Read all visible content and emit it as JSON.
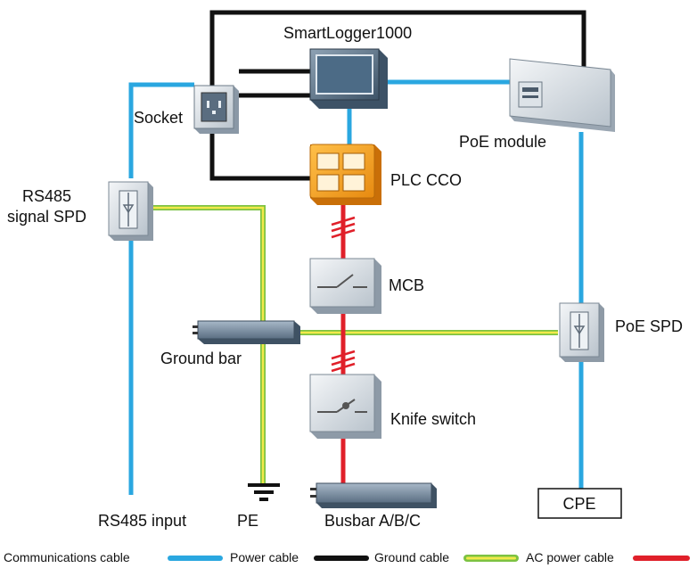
{
  "labels": {
    "smartlogger": "SmartLogger1000",
    "socket": "Socket",
    "poe_module": "PoE module",
    "plc_cco": "PLC CCO",
    "rs485_spd_line1": "RS485",
    "rs485_spd_line2": "signal SPD",
    "mcb": "MCB",
    "ground_bar": "Ground bar",
    "poe_spd": "PoE SPD",
    "knife_switch": "Knife switch",
    "rs485_input": "RS485 input",
    "pe": "PE",
    "busbar": "Busbar A/B/C",
    "cpe": "CPE"
  },
  "legend": [
    {
      "label": "Communications cable",
      "kind": "comm"
    },
    {
      "label": "Power cable",
      "kind": "power"
    },
    {
      "label": "Ground cable",
      "kind": "ground"
    },
    {
      "label": "AC power cable",
      "kind": "ac"
    }
  ],
  "colors": {
    "communications_cable": "#2aa7e0",
    "power_cable": "#111111",
    "ground_cable_outer": "#7cc242",
    "ground_cable_inner": "#f2e94a",
    "ac_power_cable": "#e0202a"
  }
}
